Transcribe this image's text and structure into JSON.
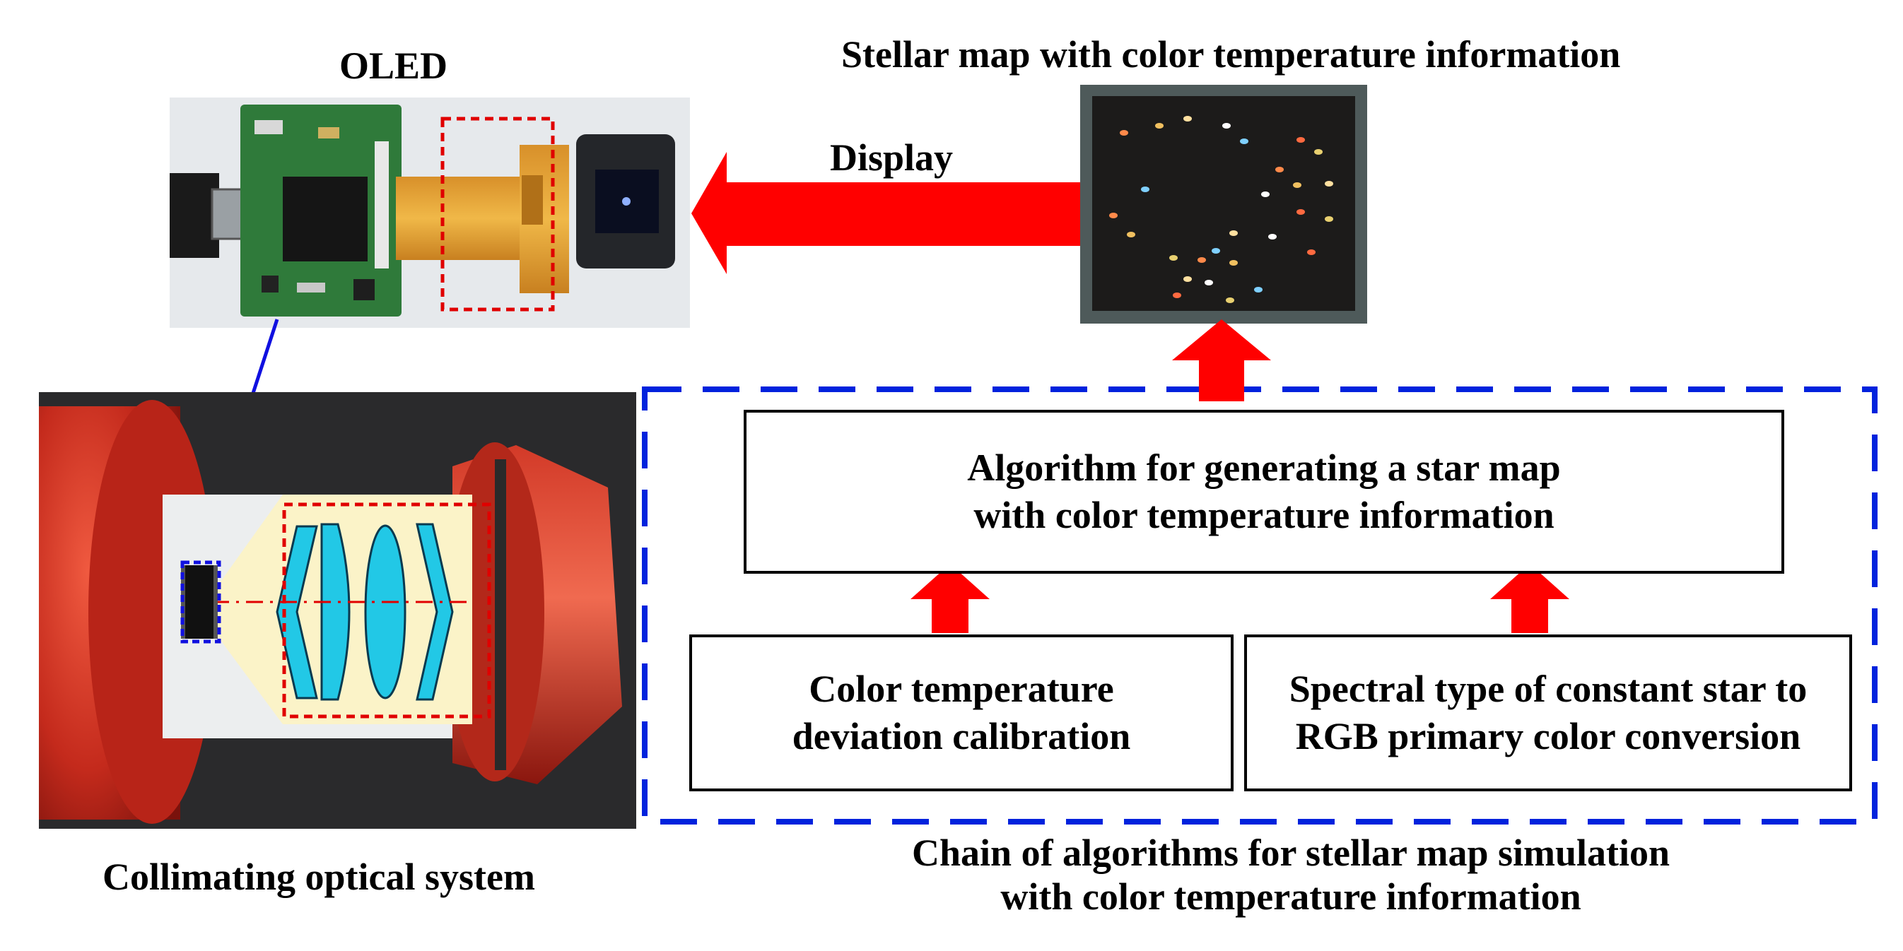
{
  "oled": {
    "title": "OLED"
  },
  "stellar_map": {
    "title": "Stellar map with color temperature information"
  },
  "arrow": {
    "label": "Display"
  },
  "optics": {
    "caption": "Collimating optical system"
  },
  "algorithm_box": {
    "text": "Algorithm for generating a star map\nwith color temperature information"
  },
  "calib_box": {
    "text": "Color temperature\ndeviation calibration"
  },
  "spectral_box": {
    "text": "Spectral type of constant star to\nRGB primary color conversion"
  },
  "chain": {
    "caption": "Chain of algorithms for stellar map simulation\nwith color temperature information"
  },
  "colors": {
    "arrow_red": "#ff0000",
    "dashed_blue": "#0022dd",
    "dashed_red": "#e00000",
    "star_map_bg": "#1c1b1a",
    "star_map_frame": "#4e5a5a",
    "pcb_green": "#2f7a3a",
    "flex_orange": "#e6a233",
    "lens_cyan": "#22c8e6",
    "housing_red": "#c42a1c"
  },
  "star_colors": [
    "#ff8a4a",
    "#f0c060",
    "#ffe0a0",
    "#ffffff",
    "#7fd0ff",
    "#ff6a40",
    "#e8d070"
  ]
}
